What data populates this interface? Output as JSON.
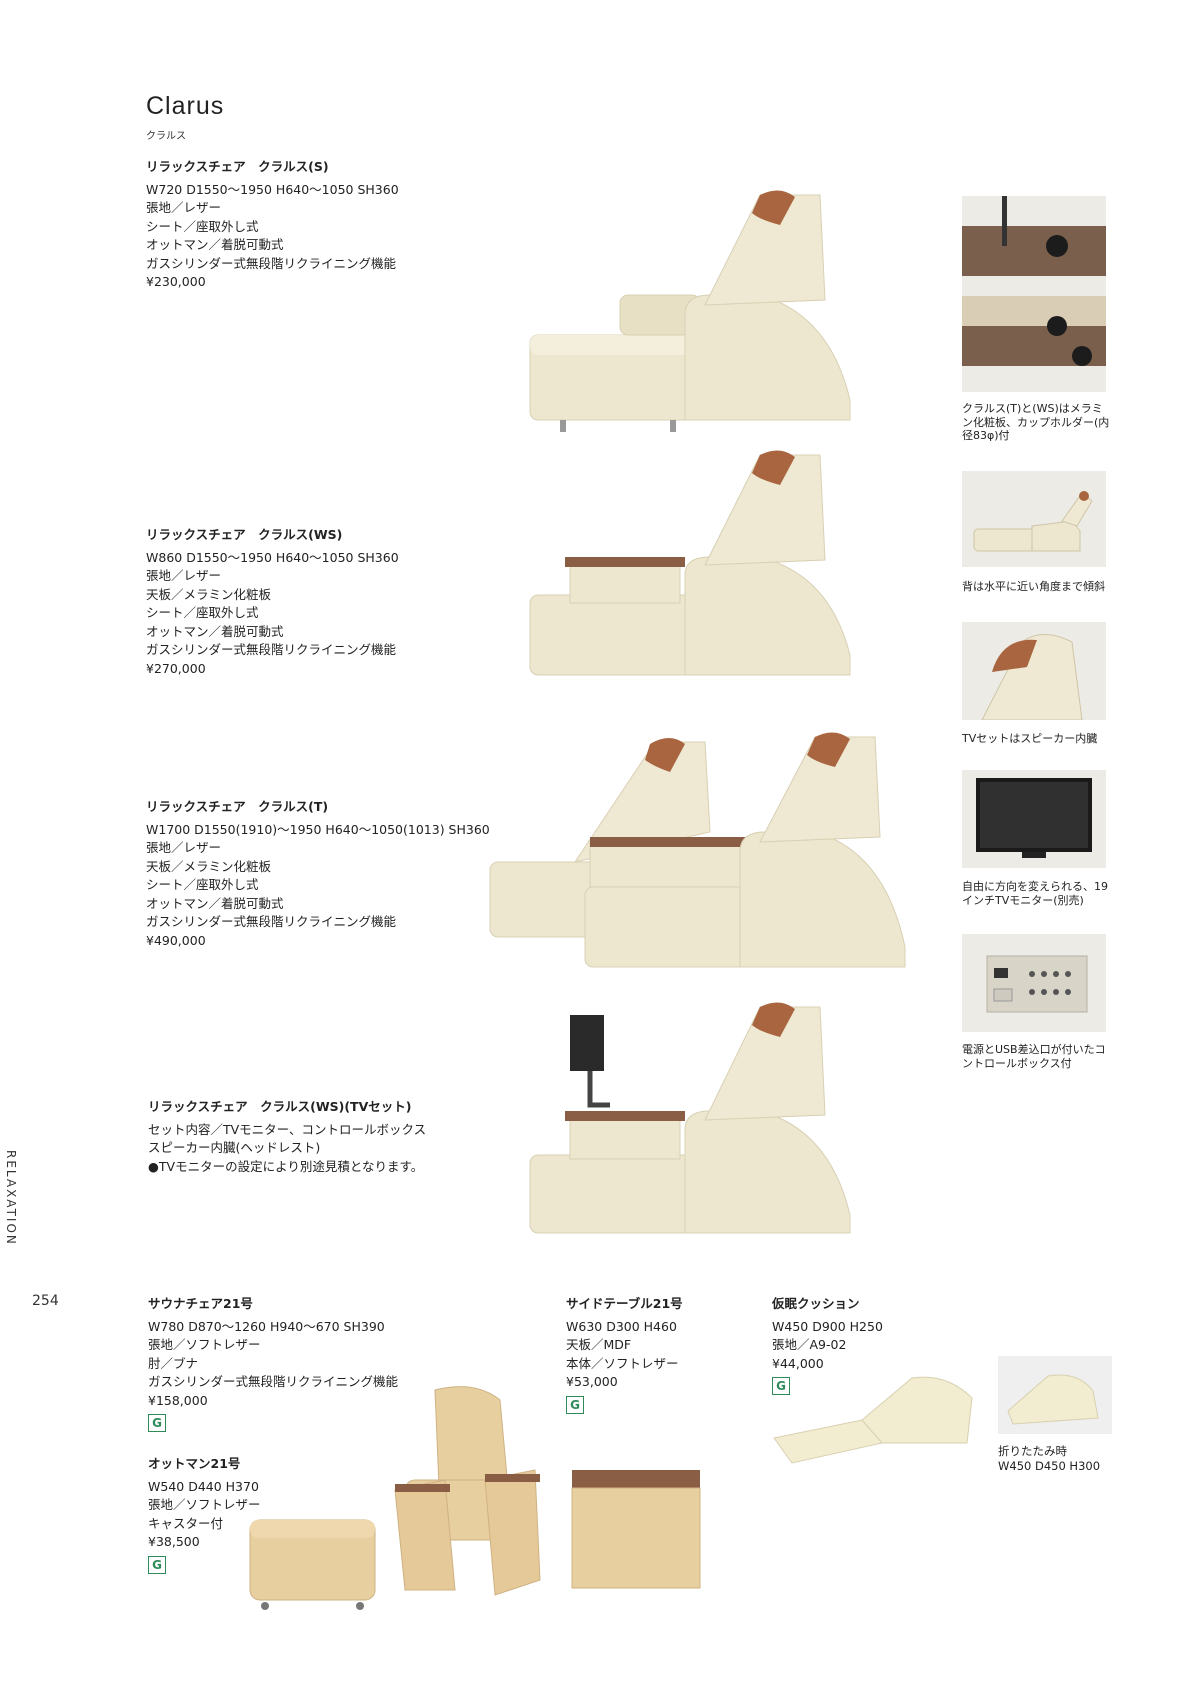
{
  "header": {
    "title": "Clarus",
    "subtitle": "クラルス"
  },
  "sidebar": {
    "label": "RELAXATION"
  },
  "page_number": "254",
  "products": [
    {
      "name": "リラックスチェア　クラルス(S)",
      "lines": [
        "W720 D1550〜1950 H640〜1050 SH360",
        "張地／レザー",
        "シート／座取外し式",
        "オットマン／着脱可動式",
        "ガスシリンダー式無段階リクライニング機能",
        "¥230,000"
      ]
    },
    {
      "name": "リラックスチェア　クラルス(WS)",
      "lines": [
        "W860 D1550〜1950 H640〜1050 SH360",
        "張地／レザー",
        "天板／メラミン化粧板",
        "シート／座取外し式",
        "オットマン／着脱可動式",
        "ガスシリンダー式無段階リクライニング機能",
        "¥270,000"
      ]
    },
    {
      "name": "リラックスチェア　クラルス(T)",
      "lines": [
        "W1700 D1550(1910)〜1950 H640〜1050(1013) SH360",
        "張地／レザー",
        "天板／メラミン化粧板",
        "シート／座取外し式",
        "オットマン／着脱可動式",
        "ガスシリンダー式無段階リクライニング機能",
        "¥490,000"
      ]
    },
    {
      "name": "リラックスチェア　クラルス(WS)(TVセット)",
      "lines": [
        "セット内容／TVモニター、コントロールボックス",
        "スピーカー内臓(ヘッドレスト)",
        "●TVモニターの設定により別途見積となります。"
      ]
    }
  ],
  "detail_captions": [
    "クラルス(T)と(WS)はメラミン化粧板、カップホルダー(内径83φ)付",
    "背は水平に近い角度まで傾斜",
    "TVセットはスピーカー内臓",
    "自由に方向を変えられる、19インチTVモニター(別売)",
    "電源とUSB差込口が付いたコントロールボックス付"
  ],
  "bottom_products": [
    {
      "name": "サウナチェア21号",
      "lines": [
        "W780 D870〜1260 H940〜670 SH390",
        "張地／ソフトレザー",
        "肘／ブナ",
        "ガスシリンダー式無段階リクライニング機能",
        "¥158,000"
      ],
      "badge": "G"
    },
    {
      "name": "オットマン21号",
      "lines": [
        "W540 D440 H370",
        "張地／ソフトレザー",
        "キャスター付",
        "¥38,500"
      ],
      "badge": "G"
    },
    {
      "name": "サイドテーブル21号",
      "lines": [
        "W630 D300 H460",
        "天板／MDF",
        "本体／ソフトレザー",
        "¥53,000"
      ],
      "badge": "G"
    },
    {
      "name": "仮眠クッション",
      "lines": [
        "W450 D900 H250",
        "張地／A9-02",
        "¥44,000"
      ],
      "badge": "G"
    }
  ],
  "folded_caption": {
    "label": "折りたたみ時",
    "dims": "W450 D450 H300"
  },
  "colors": {
    "leather": "#ede7cf",
    "accent": "#a8653f",
    "wood": "#8a5e44",
    "badge": "#2f8a5a"
  }
}
